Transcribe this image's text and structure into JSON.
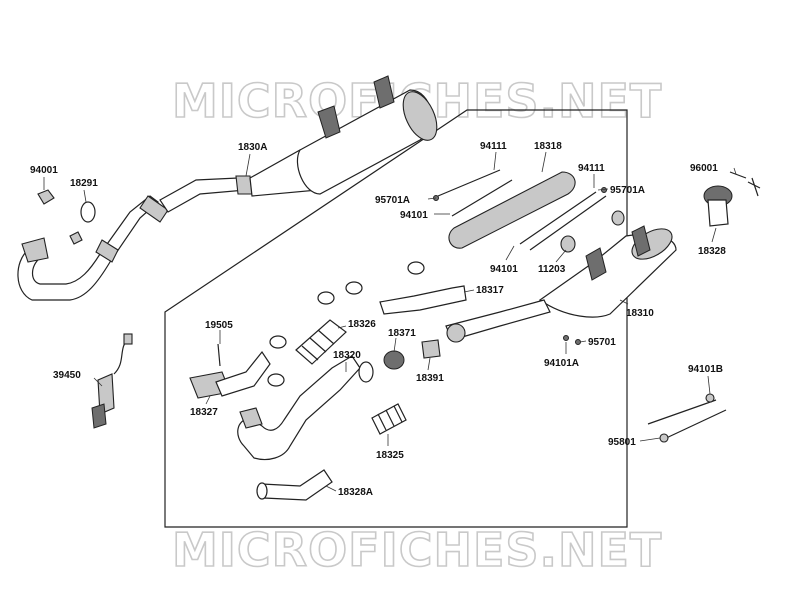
{
  "watermark": {
    "top": "MICROFICHES.NET",
    "bottom": "MICROFICHES.NET"
  },
  "colors": {
    "line": "#222222",
    "shade": "#c8c8c8",
    "watermark": "#c9c9c9"
  },
  "parts": {
    "p94001": "94001",
    "p18291": "18291",
    "p1830A": "1830A",
    "p39450": "39450",
    "p94111a": "94111",
    "p18318": "18318",
    "p94111b": "94111",
    "p96001": "96001",
    "p95701Aa": "95701A",
    "p95701Ab": "95701A",
    "p94101a": "94101",
    "p94101b": "94101",
    "p11203": "11203",
    "p18328": "18328",
    "p18317": "18317",
    "p18310": "18310",
    "p19505": "19505",
    "p18326": "18326",
    "p18371": "18371",
    "p95701": "95701",
    "p94101A": "94101A",
    "p18391": "18391",
    "p18320": "18320",
    "p18327": "18327",
    "p18325": "18325",
    "p18328A": "18328A",
    "p94101B": "94101B",
    "p95801": "95801"
  }
}
